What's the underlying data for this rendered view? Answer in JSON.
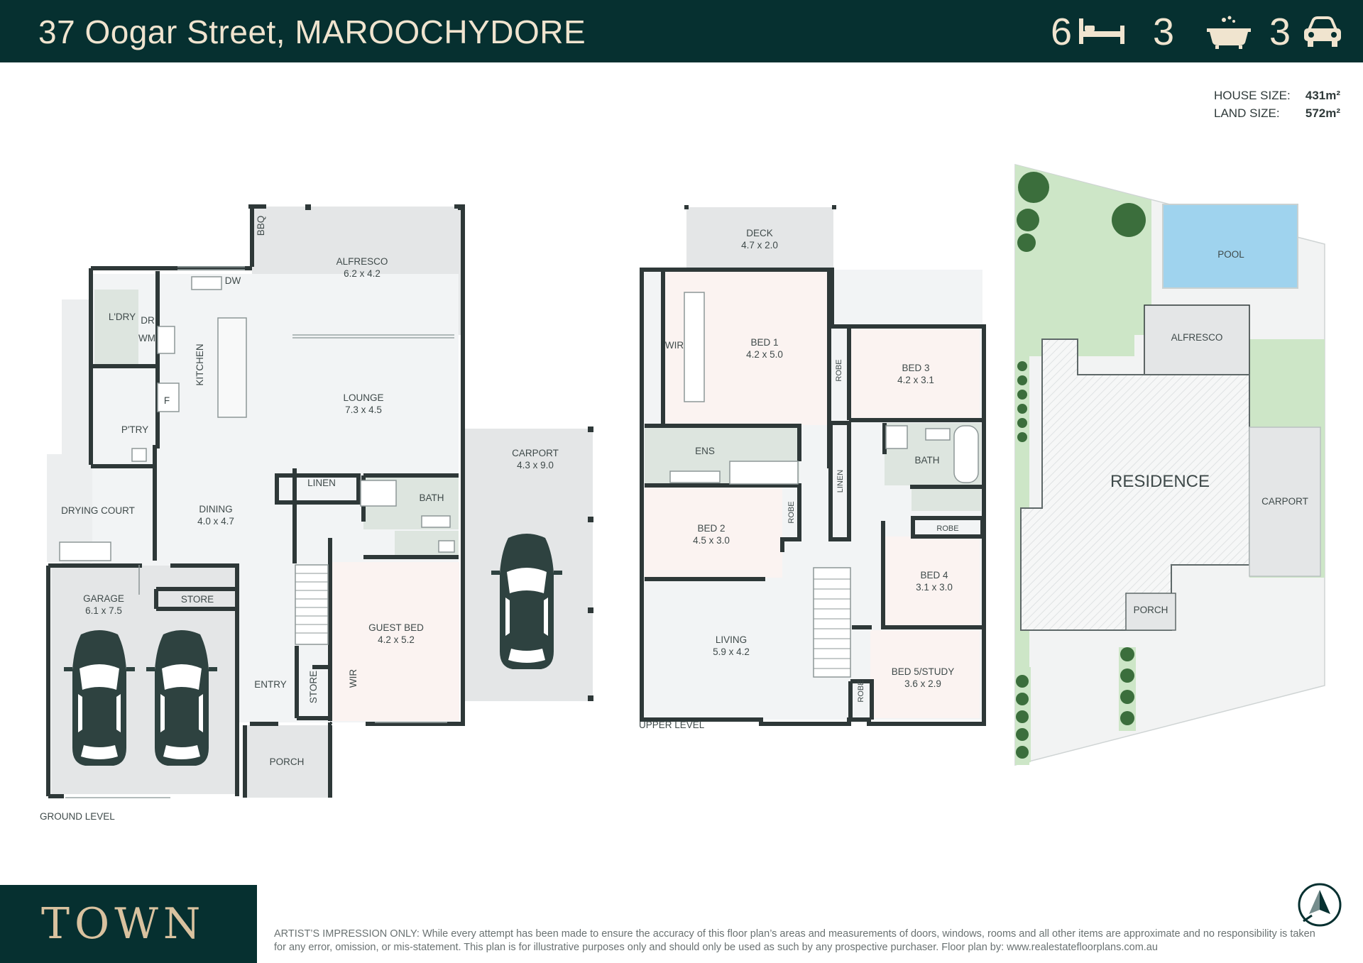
{
  "header": {
    "address": "37 Oogar Street, MAROOCHYDORE",
    "bedrooms": "6",
    "bathrooms": "3",
    "car_spaces": "3"
  },
  "icons": {
    "bed": "bed-icon",
    "bath": "bath-icon",
    "car": "car-icon",
    "compass": "north-compass-icon"
  },
  "sizes": {
    "house_label": "HOUSE SIZE:",
    "house_value": "431m²",
    "land_label": "LAND SIZE:",
    "land_value": "572m²"
  },
  "ground": {
    "level_label": "GROUND LEVEL",
    "alfresco": {
      "name": "ALFRESCO",
      "dim": "6.2 x 4.2"
    },
    "bbq": "BBQ",
    "dw": "DW",
    "ldry": "L'DRY",
    "dr": "DR",
    "wm": "WM",
    "kitchen": "KITCHEN",
    "lounge": {
      "name": "LOUNGE",
      "dim": "7.3 x 4.5"
    },
    "f": "F",
    "ptry": "P'TRY",
    "carport": {
      "name": "CARPORT",
      "dim": "4.3 x 9.0"
    },
    "drying": "DRYING COURT",
    "dining": {
      "name": "DINING",
      "dim": "4.0 x 4.7"
    },
    "linen": "LINEN",
    "bath": "BATH",
    "garage": {
      "name": "GARAGE",
      "dim": "6.1 x 7.5"
    },
    "store1": "STORE",
    "guest": {
      "name": "GUEST BED",
      "dim": "4.2 x 5.2"
    },
    "entry": "ENTRY",
    "store2": "STORE",
    "wir": "WIR",
    "porch": "PORCH"
  },
  "upper": {
    "level_label": "UPPER LEVEL",
    "deck": {
      "name": "DECK",
      "dim": "4.7 x 2.0"
    },
    "wir": "WIR",
    "bed1": {
      "name": "BED 1",
      "dim": "4.2 x 5.0"
    },
    "bed3": {
      "name": "BED 3",
      "dim": "4.2 x 3.1"
    },
    "robe3": "ROBE",
    "ens": "ENS",
    "bath": "BATH",
    "linen": "LINEN",
    "bed2": {
      "name": "BED 2",
      "dim": "4.5 x 3.0"
    },
    "robe2": "ROBE",
    "robe4": "ROBE",
    "bed4": {
      "name": "BED 4",
      "dim": "3.1 x 3.0"
    },
    "living": {
      "name": "LIVING",
      "dim": "5.9 x 4.2"
    },
    "bed5": {
      "name": "BED 5/STUDY",
      "dim": "3.6 x 2.9"
    },
    "robe5": "ROBE"
  },
  "site": {
    "pool": "POOL",
    "alfresco": "ALFRESCO",
    "residence": "RESIDENCE",
    "carport": "CARPORT",
    "porch": "PORCH"
  },
  "footer": {
    "logo": "TOWN",
    "disclaimer": "ARTIST’S IMPRESSION ONLY: While every attempt has been made to ensure the accuracy of this floor plan’s areas and measurements of doors, windows, rooms and all other items are approximate and no responsibility is taken for any error, omission, or mis-statement. This plan is for illustrative purposes only and should only be used as such by any prospective purchaser. Floor plan by: www.realestatefloorplans.com.au"
  },
  "colors": {
    "header_bg": "#063030",
    "header_text": "#f0e4cf",
    "wall": "#2e3838",
    "wet": "#dde5df",
    "bedroom": "#fbf3f1",
    "living": "#f2f4f5",
    "outdoor": "#e4e6e7",
    "grass": "#cde6c7",
    "pool": "#9fd3ee"
  }
}
